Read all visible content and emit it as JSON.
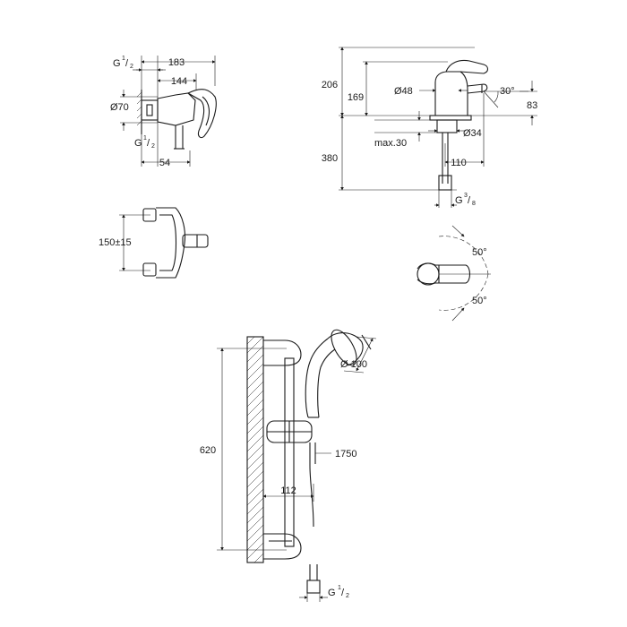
{
  "shower_mixer": {
    "labels": {
      "g_top": "G",
      "g_top_num": "1",
      "g_top_den": "2",
      "d70": "Ø70",
      "g_bot": "G",
      "g_bot_num": "1",
      "g_bot_den": "2",
      "w183": "183",
      "w144": "144",
      "w54": "54"
    }
  },
  "shower_mixer_front": {
    "labels": {
      "spacing": "150±15"
    }
  },
  "basin_mixer": {
    "labels": {
      "h206": "206",
      "h169": "169",
      "d48": "Ø48",
      "a30": "30°",
      "h83": "83",
      "max30": "max.30",
      "d34": "Ø34",
      "h380": "380",
      "w110": "110",
      "g": "G",
      "g_num": "3",
      "g_den": "8"
    }
  },
  "lever_rotation": {
    "labels": {
      "a_top": "50°",
      "a_bot": "50°"
    }
  },
  "shower_rail": {
    "labels": {
      "d100": "Ø 100",
      "h620": "620",
      "hose": "1750",
      "w112": "112",
      "g": "G",
      "g_num": "1",
      "g_den": "2"
    }
  }
}
